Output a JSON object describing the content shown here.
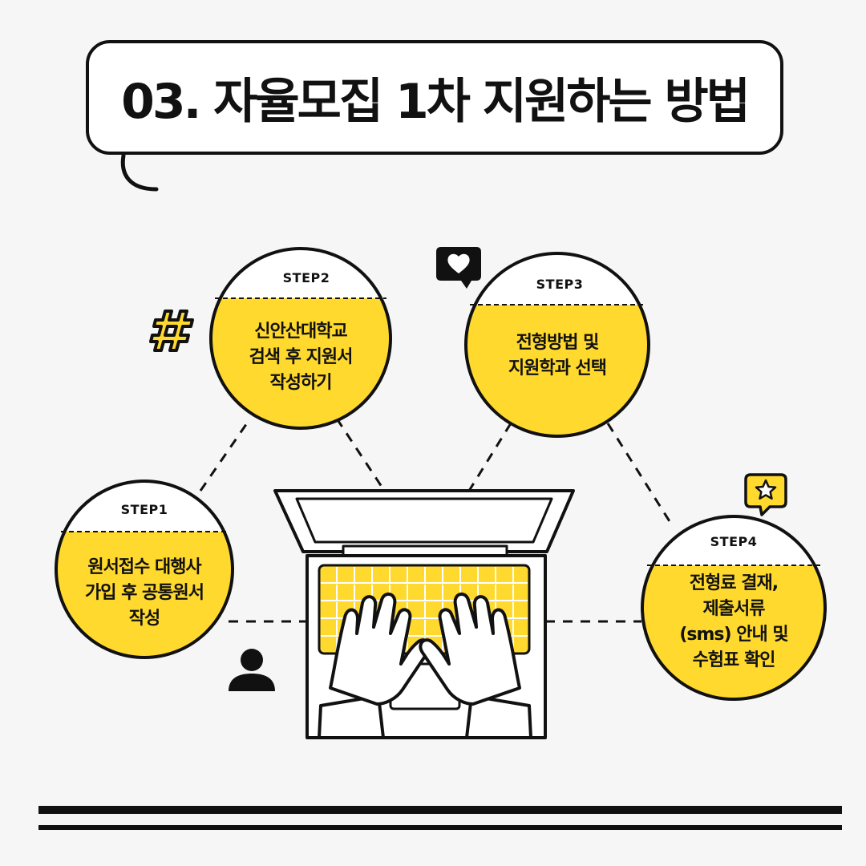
{
  "title": "03. 자율모집 1차 지원하는 방법",
  "steps": [
    {
      "label": "STEP1",
      "lines": [
        "원서접수 대행사",
        "가입 후 공통원서",
        "작성"
      ]
    },
    {
      "label": "STEP2",
      "lines": [
        "신안산대학교",
        "검색 후 지원서",
        "작성하기"
      ]
    },
    {
      "label": "STEP3",
      "lines": [
        "전형방법 및",
        "지원학과 선택"
      ]
    },
    {
      "label": "STEP4",
      "lines": [
        "전형료 결재,",
        "제출서류",
        "(sms) 안내 및",
        "수험표 확인"
      ]
    }
  ],
  "colors": {
    "accent": "#ffd92e",
    "ink": "#111111",
    "background": "#f6f6f6",
    "panel": "#ffffff"
  },
  "icons": [
    "hashtag-icon",
    "heart-chat-icon",
    "star-chat-icon",
    "user-icon",
    "laptop-illustration",
    "typing-hands-illustration"
  ]
}
